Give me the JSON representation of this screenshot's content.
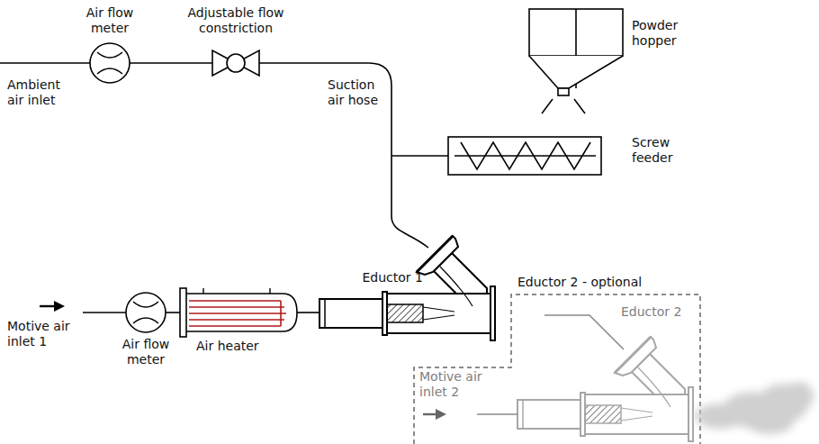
{
  "diagram": {
    "labels": [
      "Air flow meter",
      "Adjustable flow constriction",
      "Ambient air inlet",
      "Suction air hose",
      "Powder hopper",
      "Screw feeder",
      "Eductor 1",
      "Eductor 2 - optional",
      "Eductor 2",
      "Motive air inlet 1",
      "Air flow meter",
      "Air heater",
      "Motive air inlet 2"
    ]
  }
}
